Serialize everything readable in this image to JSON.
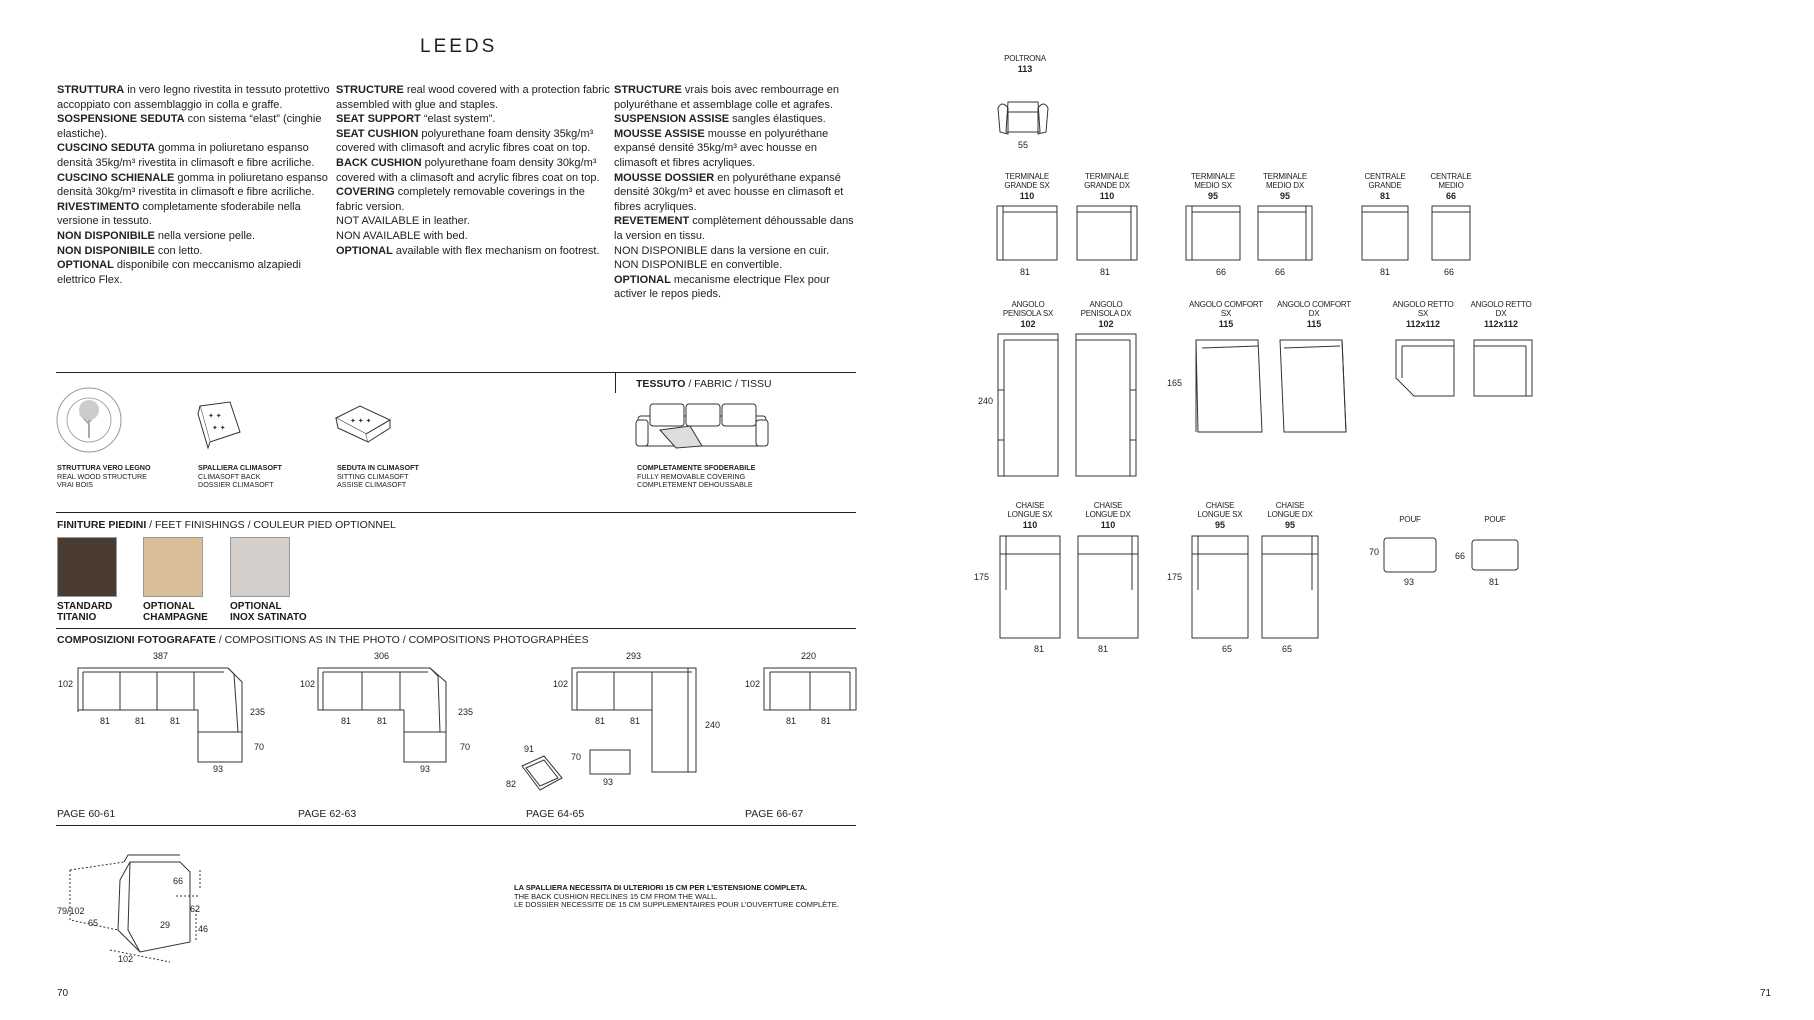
{
  "title": "LEEDS",
  "it": [
    {
      "b": "STRUTTURA",
      "t": " in vero legno rivestita in tessuto protettivo accoppiato con assemblaggio in colla e graffe."
    },
    {
      "b": "SOSPENSIONE SEDUTA",
      "t": " con sistema “elast” (cinghie elastiche)."
    },
    {
      "b": "CUSCINO SEDUTA",
      "t": " gomma in poliuretano espanso densità 35kg/m³ rivestita in climasoft e fibre acriliche."
    },
    {
      "b": "CUSCINO SCHIENALE",
      "t": "  gomma in poliuretano espanso densità 30kg/m³ rivestita in climasoft e fibre acriliche."
    },
    {
      "b": "RIVESTIMENTO",
      "t": " completamente sfoderabile nella versione in tessuto."
    },
    {
      "b": "NON DISPONIBILE",
      "t": " nella versione pelle."
    },
    {
      "b": "NON DISPONIBILE",
      "t": " con letto."
    },
    {
      "b": "OPTIONAL",
      "t": " disponibile con meccanismo alzapiedi  elettrico Flex."
    }
  ],
  "en": [
    {
      "b": "STRUCTURE",
      "t": " real wood covered with a protection fabric assembled with glue and staples."
    },
    {
      "b": "SEAT SUPPORT",
      "t": " “elast system”."
    },
    {
      "b": "SEAT CUSHION",
      "t": " polyurethane foam density 35kg/m³ covered with climasoft and acrylic fibres coat on top."
    },
    {
      "b": "BACK CUSHION",
      "t": " polyurethane foam density 30kg/m³ covered with a climasoft and acrylic fibres coat on top."
    },
    {
      "b": "COVERING",
      "t": " completely removable coverings in the fabric version."
    },
    {
      "b": "",
      "t": "NOT AVAILABLE in leather."
    },
    {
      "b": "",
      "t": "NON AVAILABLE with bed."
    },
    {
      "b": "OPTIONAL",
      "t": " available with flex mechanism on footrest."
    }
  ],
  "fr": [
    {
      "b": "STRUCTURE",
      "t": " vrais bois avec rembourrage en polyuréthane et assemblage colle et agrafes."
    },
    {
      "b": "SUSPENSION ASSISE",
      "t": " sangles élastiques."
    },
    {
      "b": "MOUSSE ASSISE",
      "t": " mousse en polyuréthane expansé densité 35kg/m³ avec housse en climasoft et fibres acryliques."
    },
    {
      "b": "MOUSSE DOSSIER",
      "t": " en polyuréthane expansé densité 30kg/m³ et avec housse en climasoft et fibres acryliques."
    },
    {
      "b": "REVETEMENT",
      "t": " complètement déhoussable dans la version en tissu."
    },
    {
      "b": "",
      "t": "NON DISPONIBLE dans la versione en cuir."
    },
    {
      "b": "",
      "t": "NON DISPONIBLE en convertible."
    },
    {
      "b": "OPTIONAL",
      "t": " mecanisme electrique Flex pour activer le repos pieds."
    }
  ],
  "fabric": {
    "b": "TESSUTO",
    "t": " / FABRIC / TISSU"
  },
  "features": [
    {
      "l1": "STRUTTURA VERO LEGNO",
      "l2": "REAL WOOD STRUCTURE",
      "l3": "VRAI BOIS",
      "icon": "wood-tree-icon"
    },
    {
      "l1": "SPALLIERA CLIMASOFT",
      "l2": "CLIMASOFT BACK",
      "l3": "DOSSIER CLIMASOFT",
      "icon": "cushion-icon"
    },
    {
      "l1": "SEDUTA IN CLIMASOFT",
      "l2": "SITTING CLIMASOFT",
      "l3": "ASSISE CLIMASOFT",
      "icon": "seat-cushion-icon"
    },
    {
      "l1": "COMPLETAMENTE SFODERABILE",
      "l2": "FULLY REMOVABLE COVERING",
      "l3": "COMPLETEMENT DEHOUSSABLE",
      "icon": "removable-cover-sofa-icon"
    }
  ],
  "feet": {
    "b": "FINITURE PIEDINI",
    "t": " / FEET FINISHINGS / COULEUR PIED OPTIONNEL",
    "items": [
      {
        "l1": "STANDARD",
        "l2": "TITANIO",
        "color": "#4a3b30"
      },
      {
        "l1": "OPTIONAL",
        "l2": "CHAMPAGNE",
        "color": "#d8bf9a"
      },
      {
        "l1": "OPTIONAL",
        "l2": "INOX SATINATO",
        "color": "#d4cfca"
      }
    ]
  },
  "comps": {
    "b": "COMPOSIZIONI FOTOGRAFATE",
    "t": " / COMPOSITIONS AS IN THE PHOTO / COMPOSITIONS PHOTOGRAPHÉES"
  },
  "c1": {
    "w": "387",
    "d": "102",
    "a": "81",
    "b": "81",
    "c": "81",
    "side": "235",
    "h2": "70",
    "w2": "93",
    "page": "PAGE 60-61"
  },
  "c2": {
    "w": "306",
    "d": "102",
    "a": "81",
    "b": "81",
    "side": "235",
    "h2": "70",
    "w2": "93",
    "page": "PAGE 62-63"
  },
  "c3": {
    "w": "293",
    "d": "102",
    "a": "81",
    "b": "81",
    "side": "240",
    "p1": "91",
    "p2": "82",
    "ph": "70",
    "pw": "93",
    "page": "PAGE 64-65"
  },
  "c4": {
    "w": "220",
    "d": "102",
    "a": "81",
    "b": "81",
    "page": "PAGE 66-67"
  },
  "side": {
    "h": "79/102",
    "a": "65",
    "b": "66",
    "c": "62",
    "d": "29",
    "e": "46",
    "w": "102"
  },
  "note": {
    "l1": "LA SPALLIERA NECESSITA DI ULTERIORI 15 CM PER L’ESTENSIONE COMPLETA.",
    "l2": "THE BACK CUSHION RECLINES 15 CM FROM THE WALL.",
    "l3": "LE DOSSIER NECESSITE DE 15 CM SUPPLEMENTAIRES POUR L’OUVERTURE COMPLÈTE."
  },
  "p70": "70",
  "p71": "71",
  "mods": {
    "poltrona": {
      "n": "POLTRONA",
      "d": "113",
      "w": "55"
    },
    "tgsx": {
      "n1": "TERMINALE",
      "n2": "GRANDE SX",
      "d": "110",
      "w": "81"
    },
    "tgdx": {
      "n1": "TERMINALE",
      "n2": "GRANDE DX",
      "d": "110",
      "w": "81"
    },
    "tmsx": {
      "n1": "TERMINALE",
      "n2": "MEDIO SX",
      "d": "95",
      "w": "66"
    },
    "tmdx": {
      "n1": "TERMINALE",
      "n2": "MEDIO DX",
      "d": "95",
      "w": "66"
    },
    "cg": {
      "n1": "CENTRALE",
      "n2": "GRANDE",
      "d": "81",
      "w": "81"
    },
    "cm": {
      "n1": "CENTRALE",
      "n2": "MEDIO",
      "d": "66",
      "w": "66"
    },
    "apsx": {
      "n1": "ANGOLO",
      "n2": "PENISOLA SX",
      "d": "102"
    },
    "apdx": {
      "n1": "ANGOLO",
      "n2": "PENISOLA DX",
      "d": "102"
    },
    "apl": "240",
    "acsx": {
      "n1": "ANGOLO COMFORT",
      "n2": "SX",
      "d": "115"
    },
    "acdx": {
      "n1": "ANGOLO COMFORT",
      "n2": "DX",
      "d": "115"
    },
    "acl": "165",
    "arsx": {
      "n1": "ANGOLO RETTO",
      "n2": "SX",
      "d": "112x112"
    },
    "ardx": {
      "n1": "ANGOLO RETTO",
      "n2": "DX",
      "d": "112x112"
    },
    "clsx": {
      "n1": "CHAISE",
      "n2": "LONGUE SX",
      "d": "110",
      "w": "81"
    },
    "cldx": {
      "n1": "CHAISE",
      "n2": "LONGUE DX",
      "d": "110",
      "w": "81"
    },
    "cll": "175",
    "cmsx": {
      "n1": "CHAISE",
      "n2": "LONGUE SX",
      "d": "95",
      "w": "65"
    },
    "cmdx": {
      "n1": "CHAISE",
      "n2": "LONGUE DX",
      "d": "95",
      "w": "65"
    },
    "cml": "175",
    "pouf1": {
      "n": "POUF",
      "h": "70",
      "w": "93"
    },
    "pouf2": {
      "n": "POUF",
      "h": "66",
      "w": "81"
    }
  }
}
